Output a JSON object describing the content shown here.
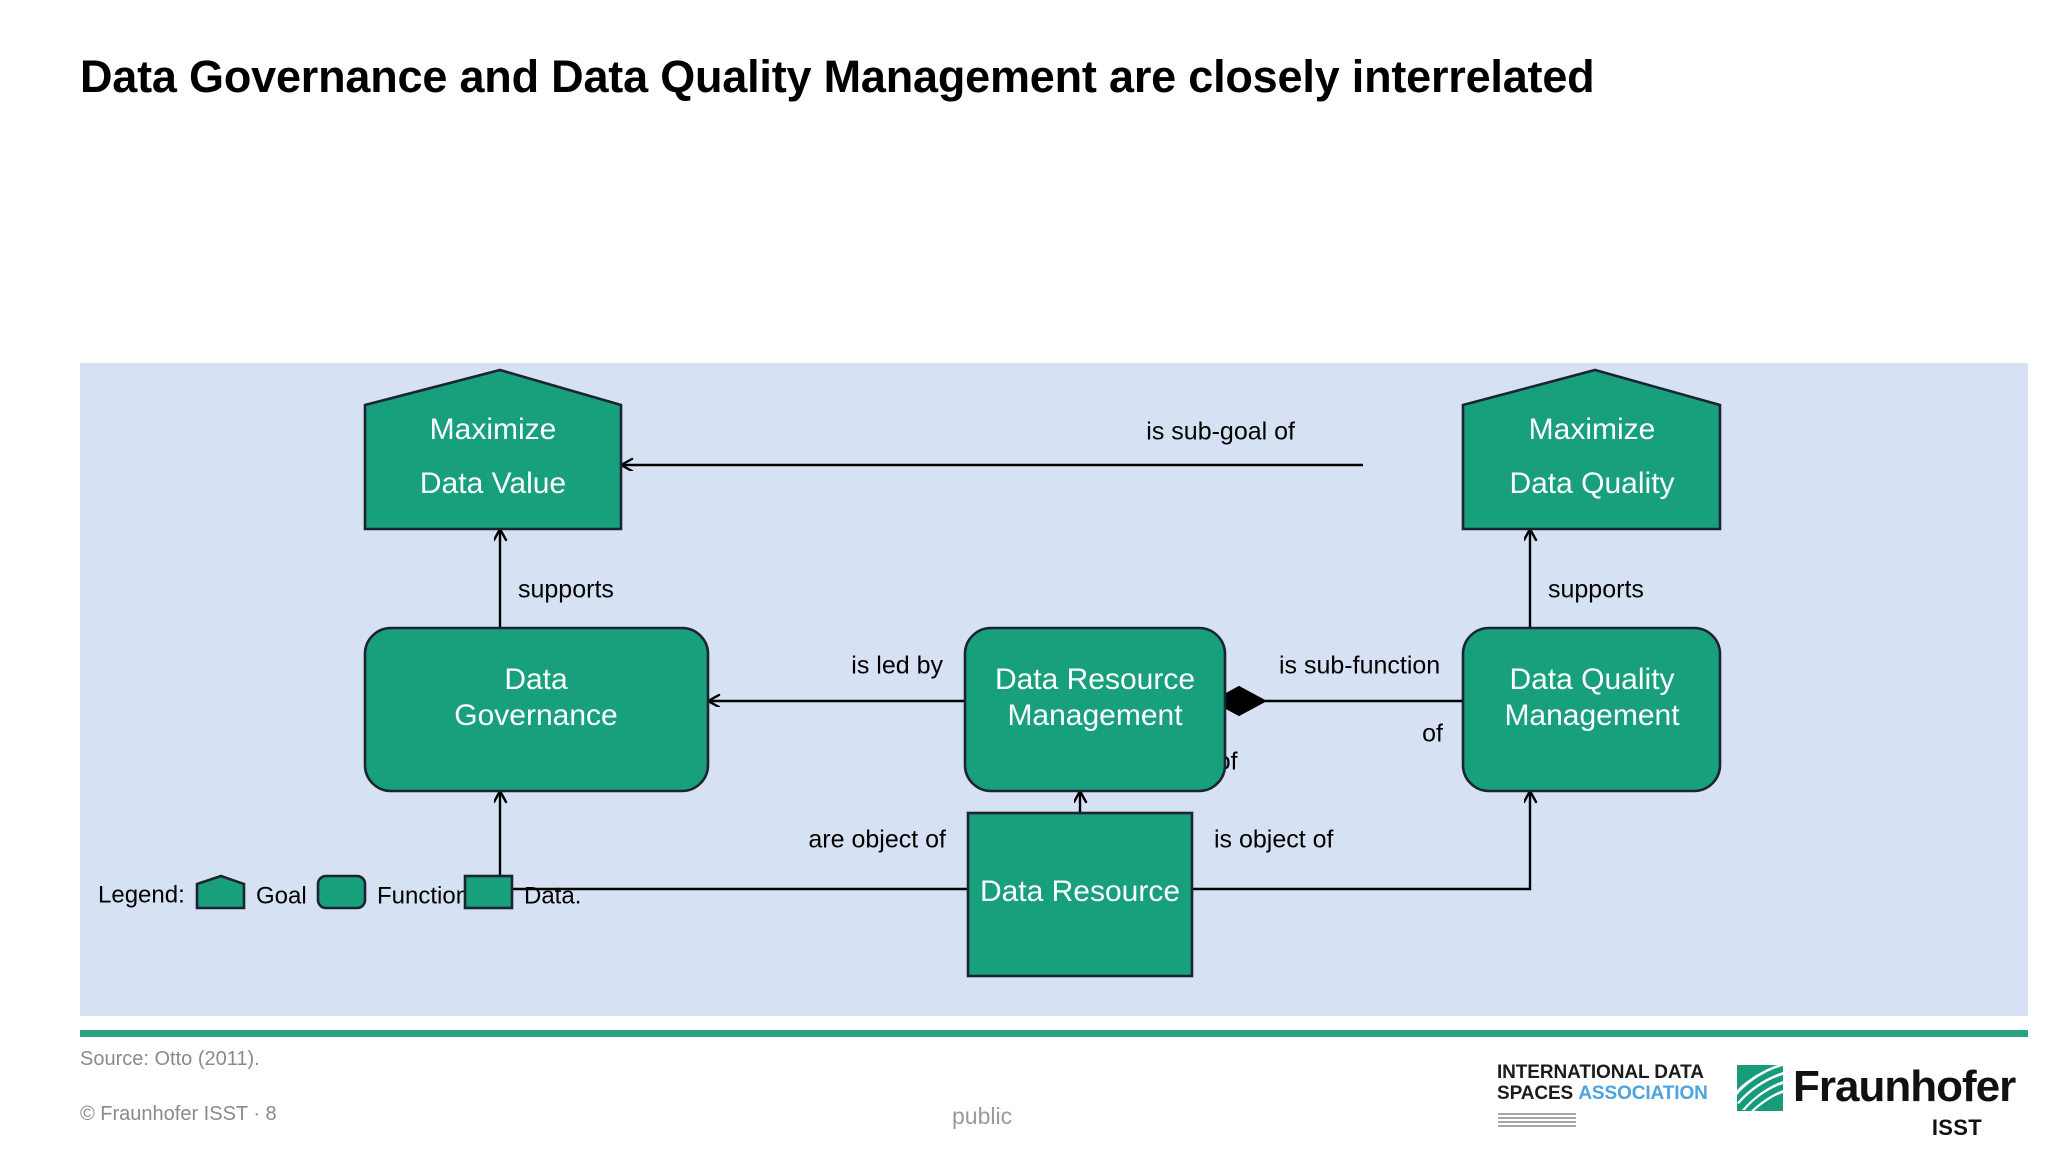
{
  "slide": {
    "title": "Data Governance and Data Quality Management are closely interrelated",
    "classification": "public"
  },
  "colors": {
    "node_fill": "#17a07b",
    "panel_background": "#d6e2f4",
    "rule": "#2aa381",
    "accent_blue": "#4da3e0",
    "stroke": "#1b2430"
  },
  "diagram": {
    "nodes": [
      {
        "id": "maximize-data-value",
        "label_line1": "Maximize",
        "label_line2": "Data Value",
        "shape": "pentagon"
      },
      {
        "id": "maximize-data-quality",
        "label_line1": "Maximize",
        "label_line2": "Data Quality",
        "shape": "pentagon"
      },
      {
        "id": "data-governance",
        "label_line1": "Data",
        "label_line2": "Governance",
        "shape": "rounded-rect"
      },
      {
        "id": "data-resource-management",
        "label_line1": "Data Resource",
        "label_line2": "Management",
        "shape": "rounded-rect"
      },
      {
        "id": "data-quality-management",
        "label_line1": "Data Quality",
        "label_line2": "Management",
        "shape": "rounded-rect"
      },
      {
        "id": "data-resource",
        "label_line1": "Data Resource",
        "label_line2": "",
        "shape": "rect"
      }
    ],
    "edges": [
      {
        "id": "sub-goal-of",
        "label": "is sub-goal of",
        "from": "maximize-data-quality",
        "to": "maximize-data-value"
      },
      {
        "id": "supports-left",
        "label": "supports",
        "from": "data-governance",
        "to": "maximize-data-value"
      },
      {
        "id": "supports-right",
        "label": "supports",
        "from": "data-quality-management",
        "to": "maximize-data-quality"
      },
      {
        "id": "is-led-by",
        "label": "is led by",
        "from": "data-resource-management",
        "to": "data-governance"
      },
      {
        "id": "is-sub-function-of",
        "label_line1": "is sub-function",
        "label_line2": "of",
        "from": "data-quality-management",
        "to": "data-resource-management"
      },
      {
        "id": "are-object-of-up",
        "label": "are object of",
        "from": "data-resource",
        "to": "data-resource-management"
      },
      {
        "id": "are-object-of-left",
        "label": "are object of",
        "from": "data-resource",
        "to": "data-governance"
      },
      {
        "id": "is-object-of-right",
        "label": "is object of",
        "from": "data-resource",
        "to": "data-quality-management"
      }
    ],
    "legend": {
      "title": "Legend:",
      "items": [
        {
          "shape": "pentagon",
          "label": "Goal"
        },
        {
          "shape": "rounded-rect",
          "label": "Function"
        },
        {
          "shape": "rect",
          "label": "Data."
        }
      ]
    }
  },
  "footer": {
    "source": "Source: Otto (2011).",
    "copyright": "© Fraunhofer ISST · 8"
  },
  "logos": {
    "idsa": {
      "line1": "INTERNATIONAL DATA",
      "line2_bold": "SPACES",
      "line2_accent": "ASSOCIATION"
    },
    "fraunhofer": {
      "word": "Fraunhofer",
      "institute": "ISST"
    }
  }
}
